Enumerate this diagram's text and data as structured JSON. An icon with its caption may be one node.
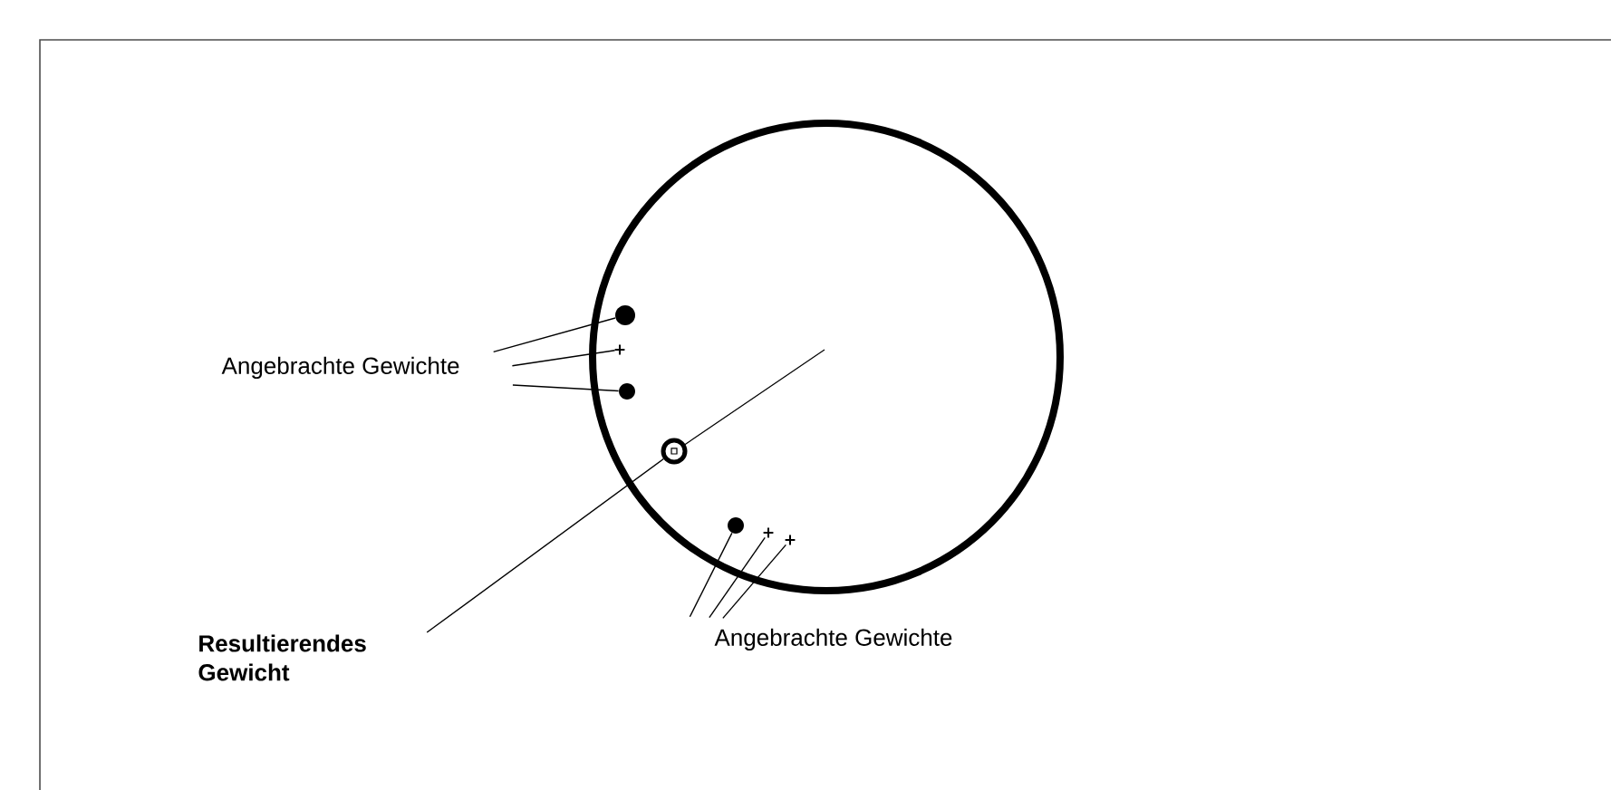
{
  "diagram": {
    "nodes": [
      {
        "text": [
          "Angebrachte Gewichte"
        ]
      },
      {
        "text": [],
        "shape": "circle"
      },
      {
        "text": [],
        "shape": "cross"
      },
      {
        "text": [],
        "shape": "circle"
      },
      {
        "text": [
          "Resultierendes Gewicht"
        ]
      },
      {
        "text": [],
        "shape": "ring"
      },
      {
        "text": [],
        "shape": "circle"
      },
      {
        "text": [],
        "shape": "cross"
      },
      {
        "text": [],
        "shape": "cross"
      },
      {
        "text": [
          "Angebrachte Gewichte"
        ]
      }
    ],
    "edges": [
      {
        "from": 0,
        "to": 1,
        "arrow": "none"
      },
      {
        "from": 0,
        "to": 2,
        "arrow": "none"
      },
      {
        "from": 0,
        "to": 3,
        "arrow": "none"
      },
      {
        "from": 4,
        "to": 5,
        "arrow": "none"
      },
      {
        "from": 9,
        "to": 6,
        "arrow": "none"
      },
      {
        "from": 9,
        "to": 7,
        "arrow": "none"
      },
      {
        "from": 9,
        "to": 8,
        "arrow": "none"
      }
    ]
  }
}
